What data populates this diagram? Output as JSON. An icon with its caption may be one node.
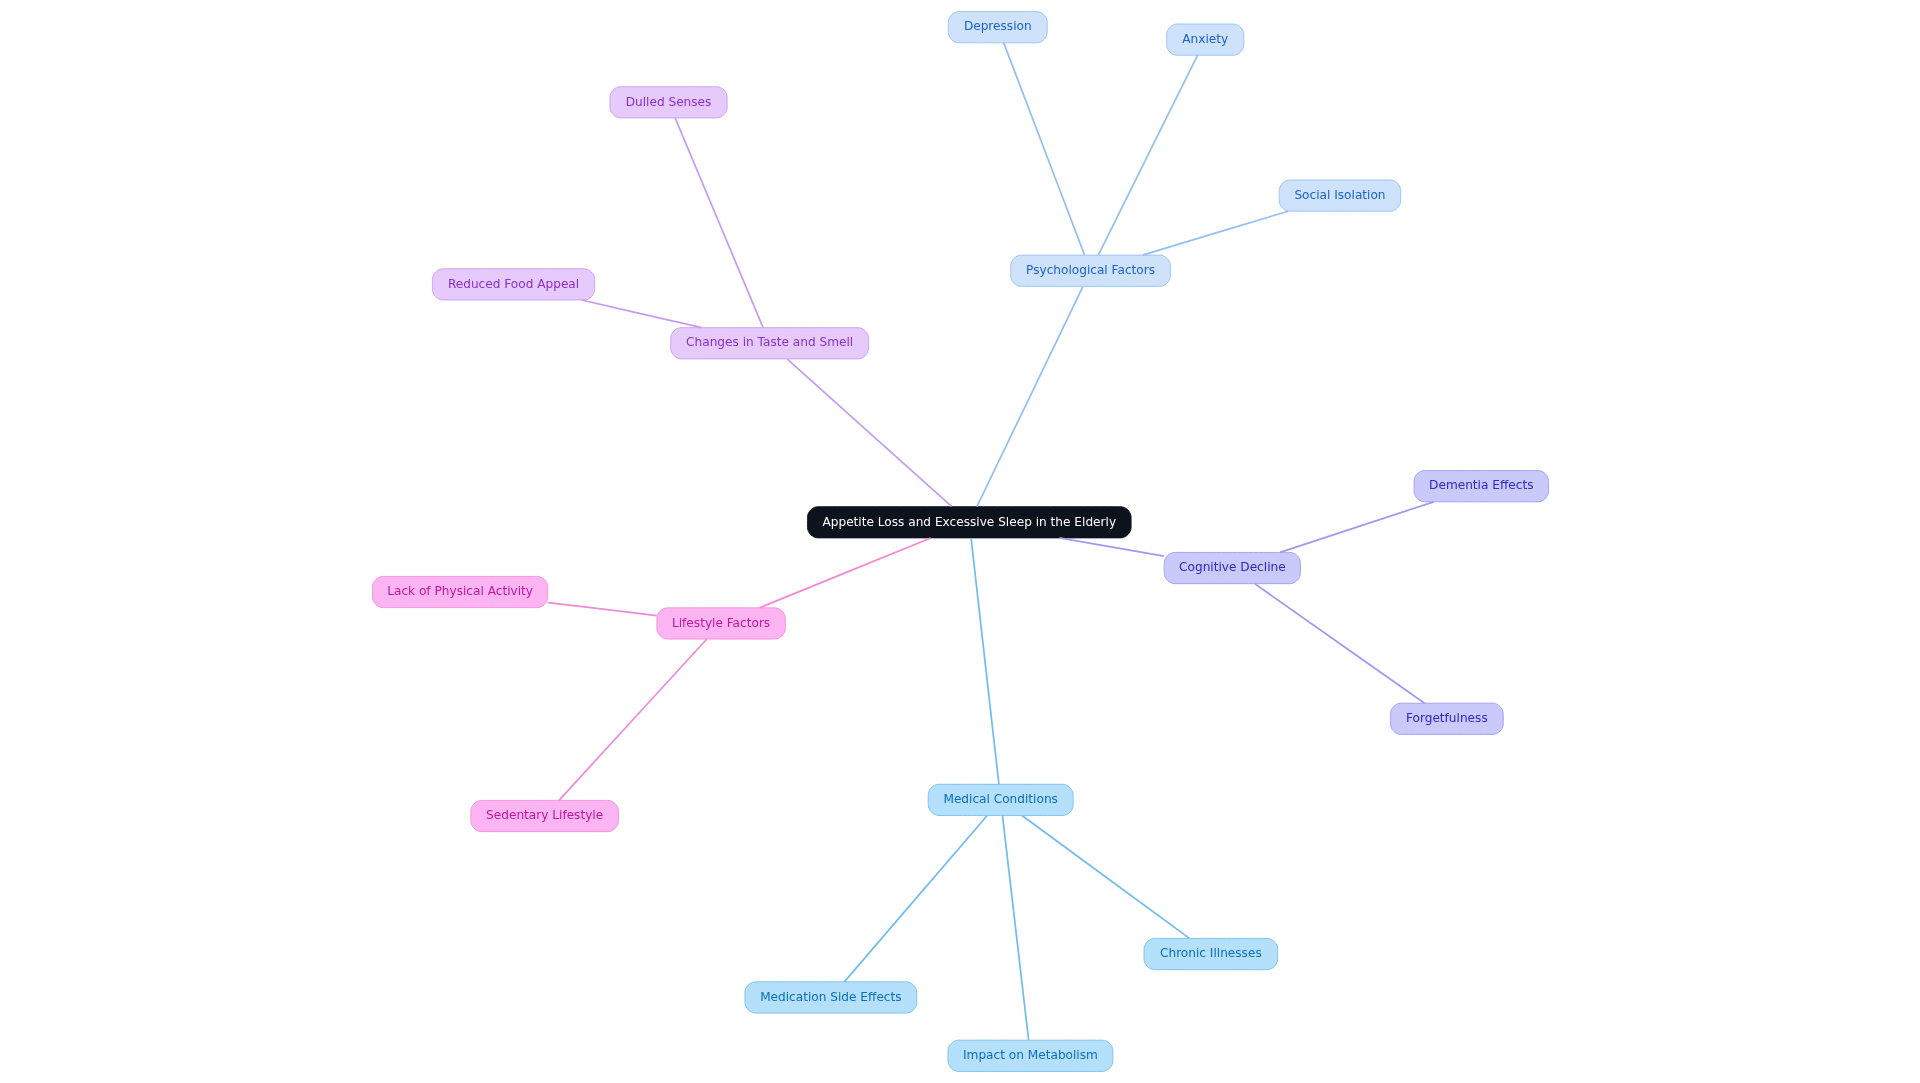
{
  "diagram": {
    "nodes": [
      {
        "text": [
          "Appetite Loss and Excessive Sleep in the Elderly"
        ]
      },
      {
        "text": [
          "Changes in Taste and Smell"
        ]
      },
      {
        "text": [
          "Reduced Food Appeal"
        ]
      },
      {
        "text": [
          "Dulled Senses"
        ]
      },
      {
        "text": [
          "Lifestyle Factors"
        ]
      },
      {
        "text": [
          "Lack of Physical Activity"
        ]
      },
      {
        "text": [
          "Sedentary Lifestyle"
        ]
      },
      {
        "text": [
          "Medical Conditions"
        ]
      },
      {
        "text": [
          "Medication Side Effects"
        ]
      },
      {
        "text": [
          "Chronic Illnesses"
        ]
      },
      {
        "text": [
          "Impact on Metabolism"
        ]
      },
      {
        "text": [
          "Psychological Factors"
        ]
      },
      {
        "text": [
          "Social Isolation"
        ]
      },
      {
        "text": [
          "Anxiety"
        ]
      },
      {
        "text": [
          "Depression"
        ]
      },
      {
        "text": [
          "Cognitive Decline"
        ]
      },
      {
        "text": [
          "Forgetfulness"
        ]
      },
      {
        "text": [
          "Dementia Effects"
        ]
      }
    ],
    "edges": [
      {
        "from": 0,
        "to": 1,
        "arrow": "none",
        "color": "#c59cf0"
      },
      {
        "from": 1,
        "to": 2,
        "arrow": "none",
        "color": "#c59cf0"
      },
      {
        "from": 1,
        "to": 3,
        "arrow": "none",
        "color": "#c59cf0"
      },
      {
        "from": 0,
        "to": 4,
        "arrow": "none",
        "color": "#f08ad8"
      },
      {
        "from": 4,
        "to": 5,
        "arrow": "none",
        "color": "#f08ad8"
      },
      {
        "from": 4,
        "to": 6,
        "arrow": "none",
        "color": "#f08ad8"
      },
      {
        "from": 0,
        "to": 7,
        "arrow": "none",
        "color": "#74bcef"
      },
      {
        "from": 7,
        "to": 8,
        "arrow": "none",
        "color": "#74bcef"
      },
      {
        "from": 7,
        "to": 9,
        "arrow": "none",
        "color": "#74bcef"
      },
      {
        "from": 7,
        "to": 10,
        "arrow": "none",
        "color": "#74bcef"
      },
      {
        "from": 0,
        "to": 11,
        "arrow": "none",
        "color": "#94bff0"
      },
      {
        "from": 11,
        "to": 12,
        "arrow": "none",
        "color": "#94bff0"
      },
      {
        "from": 11,
        "to": 13,
        "arrow": "none",
        "color": "#94bff0"
      },
      {
        "from": 11,
        "to": 14,
        "arrow": "none",
        "color": "#94bff0"
      },
      {
        "from": 0,
        "to": 15,
        "arrow": "none",
        "color": "#9b9bef"
      },
      {
        "from": 15,
        "to": 16,
        "arrow": "none",
        "color": "#9b9bef"
      },
      {
        "from": 15,
        "to": 17,
        "arrow": "none",
        "color": "#9b9bef"
      }
    ]
  }
}
